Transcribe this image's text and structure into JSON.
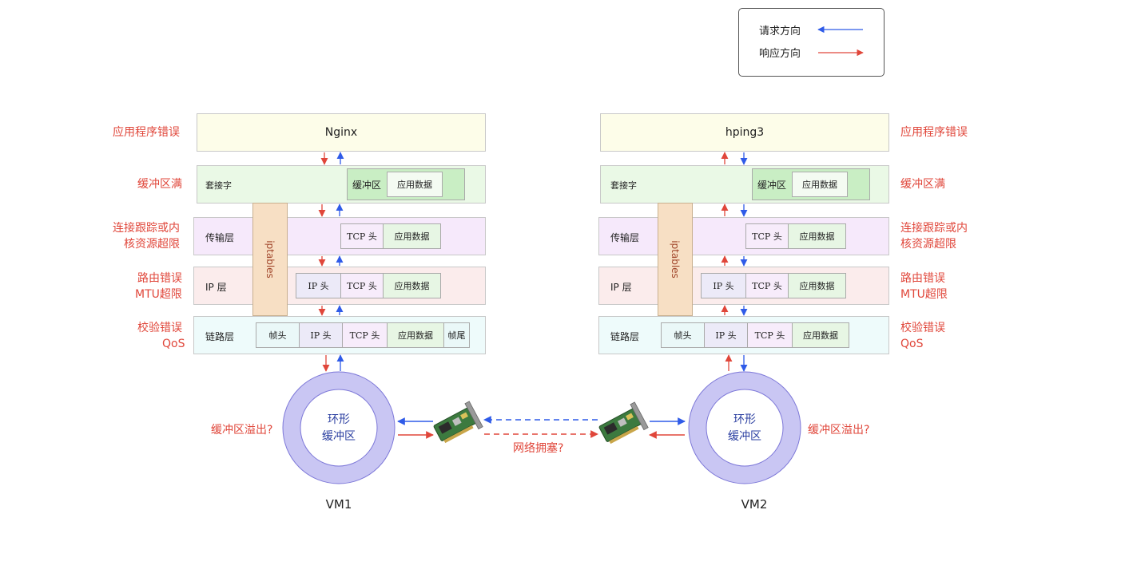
{
  "legend": {
    "request": "请求方向",
    "response": "响应方向"
  },
  "colors": {
    "request": "#2f5be8",
    "response": "#e0463a"
  },
  "annotations": {
    "app_error": "应用程序错误",
    "buffer_full": "缓冲区满",
    "conntrack_line1": "连接跟踪或内",
    "conntrack_line2": "核资源超限",
    "route_line1": "路由错误",
    "route_line2": "MTU超限",
    "checksum_line1": "校验错误",
    "checksum_line2": "QoS",
    "ring_overflow": "缓冲区溢出?",
    "congestion": "网络拥塞?"
  },
  "vm1": {
    "name": "VM1",
    "app": "Nginx",
    "socket": "套接字",
    "transport": "传输层",
    "ip": "IP 层",
    "link": "链路层",
    "iptables": "iptables",
    "ring_line1": "环形",
    "ring_line2": "缓冲区"
  },
  "vm2": {
    "name": "VM2",
    "app": "hping3",
    "socket": "套接字",
    "transport": "传输层",
    "ip": "IP 层",
    "link": "链路层",
    "iptables": "iptables",
    "ring_line1": "环形",
    "ring_line2": "缓冲区"
  },
  "cells": {
    "buffer": "缓冲区",
    "app_data": "应用数据",
    "tcp_header": "TCP 头",
    "ip_header": "IP 头",
    "frame_header": "帧头",
    "frame_trailer": "帧尾"
  }
}
